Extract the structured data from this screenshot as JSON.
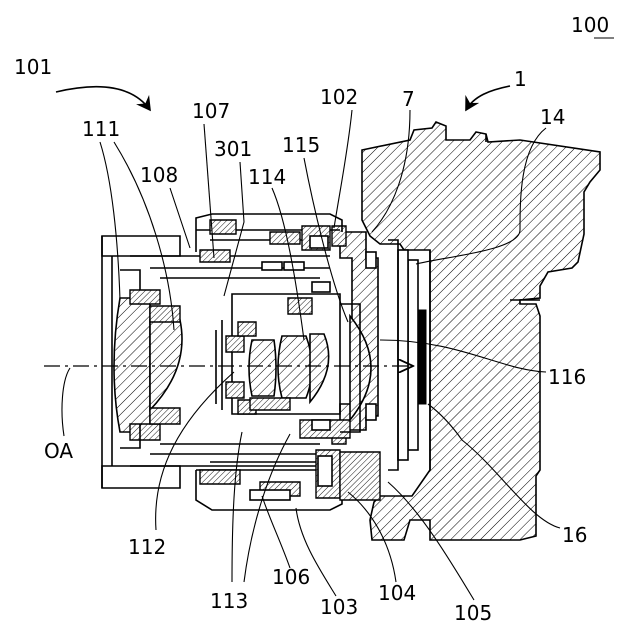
{
  "labels": {
    "fig": "100",
    "l101": "101",
    "l1": "1",
    "l102": "102",
    "l7": "7",
    "l14": "14",
    "l111": "111",
    "l107": "107",
    "l301": "301",
    "l115": "115",
    "l108": "108",
    "l114": "114",
    "l116": "116",
    "lOA": "OA",
    "l112": "112",
    "l113": "113",
    "l106": "106",
    "l103": "103",
    "l104": "104",
    "l105": "105",
    "l16": "16"
  }
}
